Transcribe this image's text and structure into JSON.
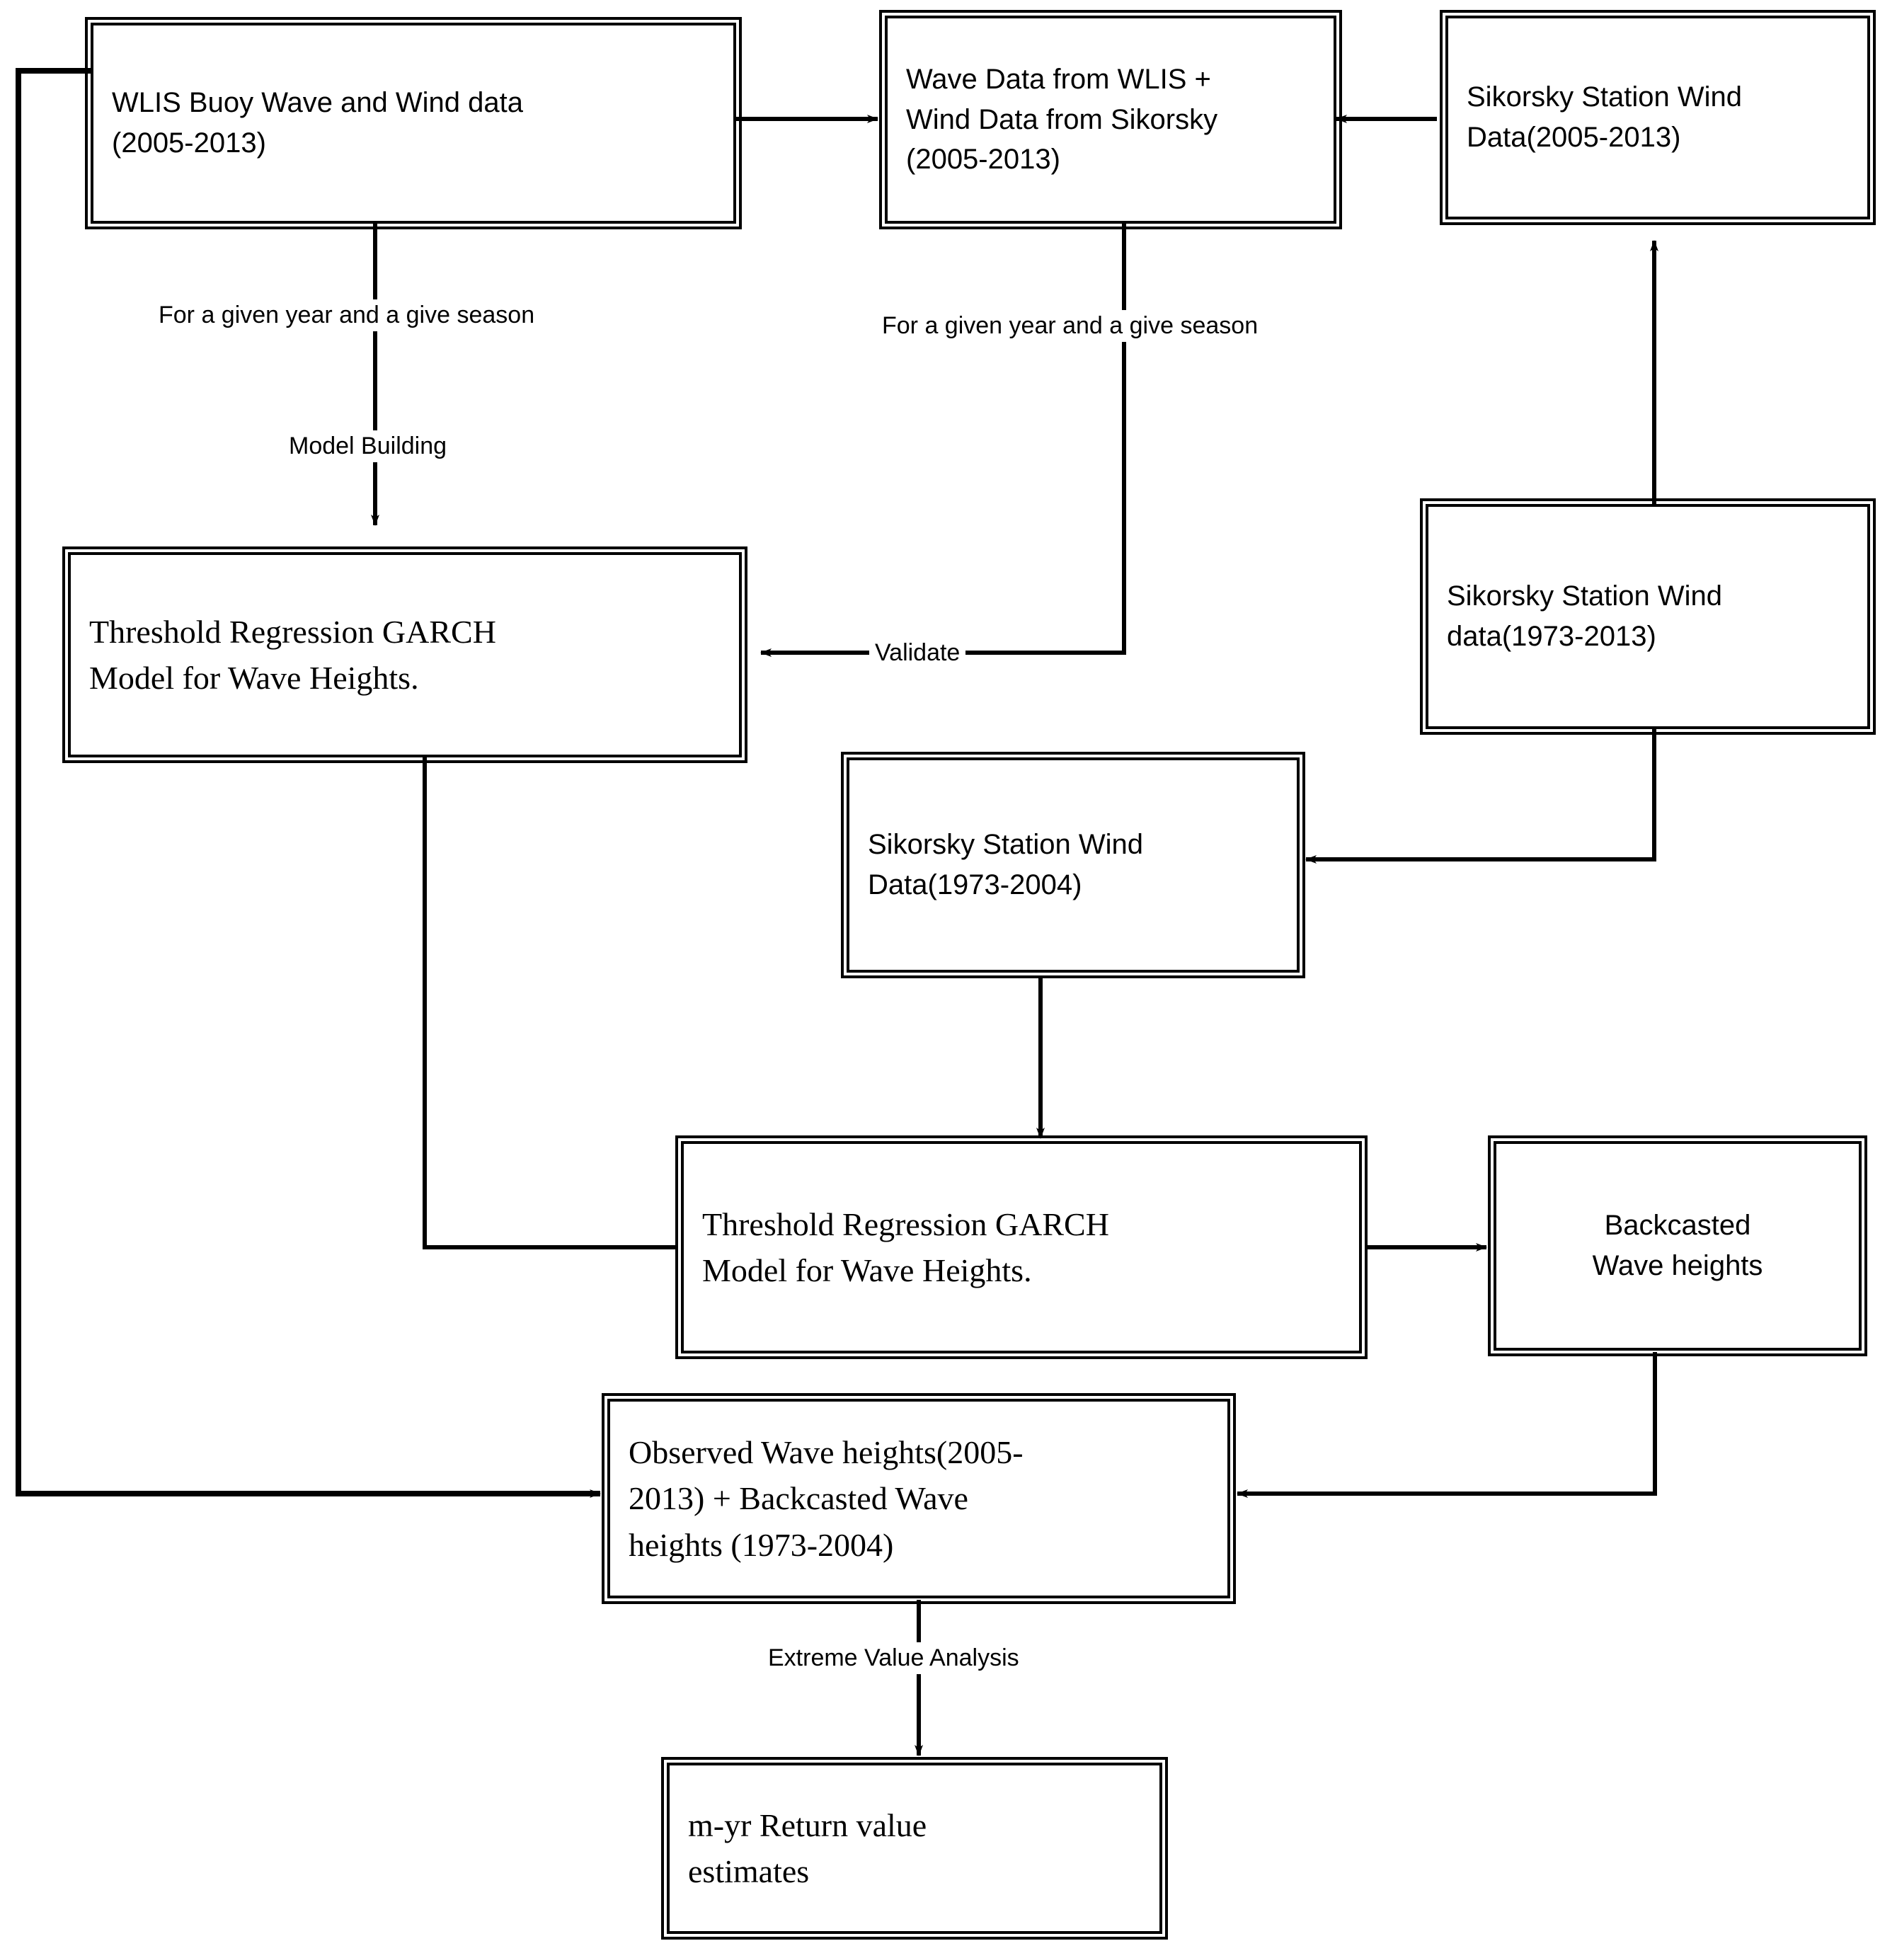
{
  "diagram": {
    "title": "Wave Height Backcasting and Extreme Value Analysis Flowchart",
    "type": "flowchart",
    "background_color": "#ffffff",
    "line_color": "#000000",
    "box_border_color": "#000000",
    "box_fill_color": "#ffffff"
  },
  "nodes": {
    "wlis_buoy": {
      "label": "WLIS Buoy Wave and Wind data\n(2005-2013)",
      "font": "sans"
    },
    "wave_wlis_wind_sikorsky": {
      "label": "Wave Data from WLIS +\nWind Data from Sikorsky\n(2005-2013)",
      "font": "sans"
    },
    "sikorsky_2005_2013": {
      "label": "Sikorsky Station Wind\nData(2005-2013)",
      "font": "sans"
    },
    "garch_model_1": {
      "label": "Threshold Regression GARCH\nModel for Wave Heights.",
      "font": "serif"
    },
    "sikorsky_1973_2013": {
      "label": "Sikorsky Station Wind\ndata(1973-2013)",
      "font": "sans"
    },
    "sikorsky_1973_2004": {
      "label": "Sikorsky Station Wind\nData(1973-2004)",
      "font": "sans"
    },
    "garch_model_2": {
      "label": "Threshold Regression GARCH\nModel for Wave Heights.",
      "font": "serif"
    },
    "backcasted_wave_heights": {
      "label": "Backcasted\nWave heights",
      "font": "sans"
    },
    "observed_plus_backcasted": {
      "label": "Observed Wave heights(2005-\n2013) + Backcasted Wave\nheights (1973-2004)",
      "font": "serif"
    },
    "return_value_estimates": {
      "label": "m-yr Return value\nestimates",
      "font": "serif"
    }
  },
  "edge_labels": {
    "given_year_season_left": "For a given year and a give season",
    "model_building": "Model Building",
    "given_year_season_right": "For a given year and a give season",
    "validate": "Validate",
    "extreme_value_analysis": "Extreme Value Analysis"
  },
  "edges": [
    {
      "from": "wlis_buoy",
      "to": "wave_wlis_wind_sikorsky",
      "label": ""
    },
    {
      "from": "sikorsky_2005_2013",
      "to": "wave_wlis_wind_sikorsky",
      "label": ""
    },
    {
      "from": "wlis_buoy",
      "to": "garch_model_1",
      "label": "For a given year and a give season / Model Building"
    },
    {
      "from": "wave_wlis_wind_sikorsky",
      "to": "garch_model_1",
      "label": "For a given year and a give season / Validate"
    },
    {
      "from": "sikorsky_1973_2013",
      "to": "sikorsky_2005_2013",
      "label": ""
    },
    {
      "from": "sikorsky_1973_2013",
      "to": "sikorsky_1973_2004",
      "label": ""
    },
    {
      "from": "sikorsky_1973_2004",
      "to": "garch_model_2",
      "label": ""
    },
    {
      "from": "garch_model_1",
      "to": "garch_model_2",
      "label": ""
    },
    {
      "from": "garch_model_2",
      "to": "backcasted_wave_heights",
      "label": ""
    },
    {
      "from": "backcasted_wave_heights",
      "to": "observed_plus_backcasted",
      "label": ""
    },
    {
      "from": "wlis_buoy",
      "to": "observed_plus_backcasted",
      "label": ""
    },
    {
      "from": "observed_plus_backcasted",
      "to": "return_value_estimates",
      "label": "Extreme Value Analysis"
    }
  ]
}
